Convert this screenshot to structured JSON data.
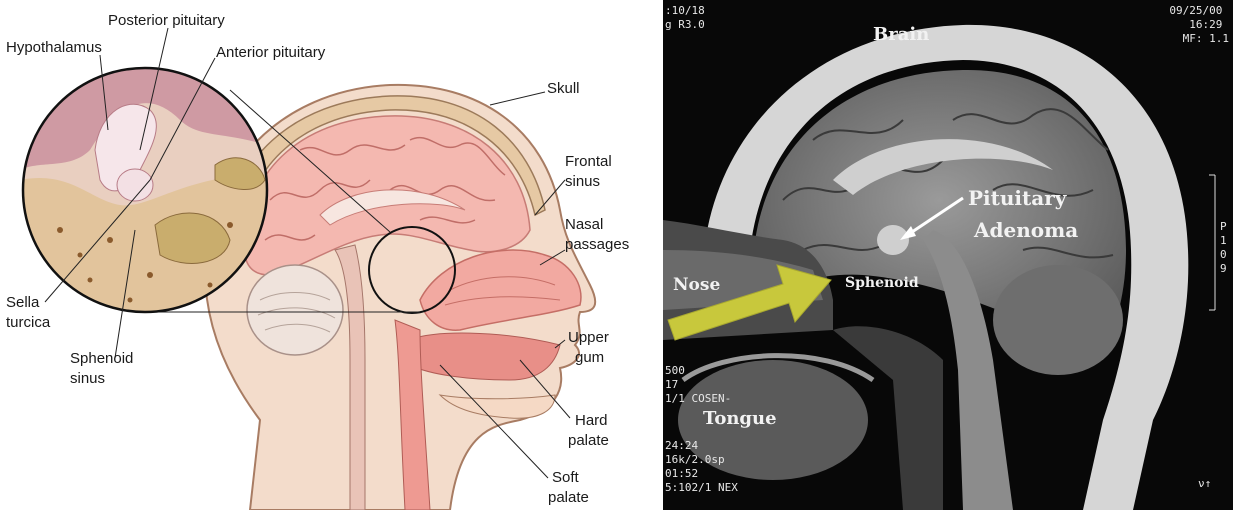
{
  "diagram": {
    "labels": {
      "posterior_pituitary": "Posterior pituitary",
      "hypothalamus": "Hypothalamus",
      "anterior_pituitary": "Anterior pituitary",
      "skull": "Skull",
      "frontal_sinus": [
        "Frontal",
        "sinus"
      ],
      "nasal_passages": [
        "Nasal",
        "passages"
      ],
      "sella_turcica": [
        "Sella",
        "turcica"
      ],
      "sphenoid_sinus": [
        "Sphenoid",
        "sinus"
      ],
      "upper_gum": [
        "Upper",
        "gum"
      ],
      "hard_palate": [
        "Hard",
        "palate"
      ],
      "soft_palate": [
        "Soft",
        "palate"
      ]
    }
  },
  "mri": {
    "labels": {
      "brain": "Brain",
      "pituitary": "Pituitary",
      "adenoma": "Adenoma",
      "nose": "Nose",
      "sphenoid": "Sphenoid",
      "tongue": "Tongue"
    },
    "overlay": {
      "top_left": [
        ":10/18",
        "g R3.0"
      ],
      "top_right": [
        "09/25/00",
        "16:29",
        "MF: 1.1"
      ],
      "side": [
        "P",
        "1",
        "0",
        "9"
      ],
      "bottom_left": [
        "500",
        "17",
        "1/1 COSEN-",
        "24:24",
        "16k/2.0sp",
        "01:52",
        "5:102/1 NEX"
      ],
      "bottom_right": "ν↑"
    },
    "colors": {
      "arrow": "#c8c83c",
      "pointer": "#ffffff"
    }
  }
}
